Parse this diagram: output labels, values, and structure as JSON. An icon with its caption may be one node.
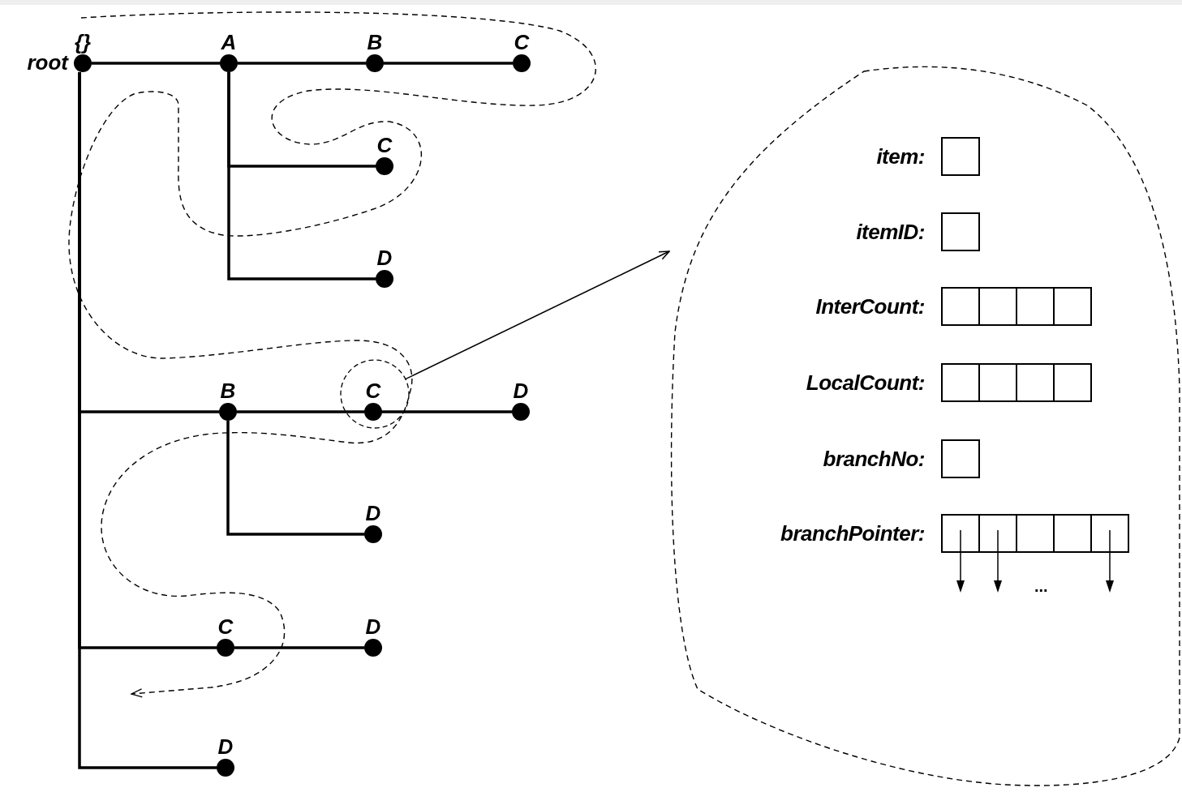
{
  "diagram": {
    "nodes": [
      {
        "text": [
          "{}"
        ],
        "beside": [
          "root"
        ]
      },
      {
        "text": [
          "A"
        ]
      },
      {
        "text": [
          "B"
        ]
      },
      {
        "text": [
          "C"
        ]
      },
      {
        "text": [
          "C"
        ]
      },
      {
        "text": [
          "D"
        ]
      },
      {
        "text": [
          "B"
        ]
      },
      {
        "text": [
          "C"
        ]
      },
      {
        "text": [
          "D"
        ]
      },
      {
        "text": [
          "D"
        ]
      },
      {
        "text": [
          "C"
        ]
      },
      {
        "text": [
          "D"
        ]
      },
      {
        "text": [
          "D"
        ]
      },
      {
        "text": [],
        "shape": "cloud"
      },
      {
        "text": [
          "item:"
        ],
        "in": 13
      },
      {
        "text": [
          "itemID:"
        ],
        "in": 13
      },
      {
        "text": [
          "InterCount:"
        ],
        "in": 13
      },
      {
        "text": [
          "LocalCount:"
        ],
        "in": 13
      },
      {
        "text": [
          "branchNo:"
        ],
        "in": 13
      },
      {
        "text": [
          "branchPointer:"
        ],
        "in": 13
      }
    ],
    "edges": [
      {
        "from": 0,
        "to": 1,
        "arrow": "none"
      },
      {
        "from": 1,
        "to": 2,
        "arrow": "none"
      },
      {
        "from": 2,
        "to": 3,
        "arrow": "none"
      },
      {
        "from": 1,
        "to": 4,
        "arrow": "none"
      },
      {
        "from": 1,
        "to": 5,
        "arrow": "none"
      },
      {
        "from": 0,
        "to": 6,
        "arrow": "none"
      },
      {
        "from": 6,
        "to": 7,
        "arrow": "none"
      },
      {
        "from": 7,
        "to": 8,
        "arrow": "none"
      },
      {
        "from": 6,
        "to": 9,
        "arrow": "none"
      },
      {
        "from": 0,
        "to": 10,
        "arrow": "none"
      },
      {
        "from": 10,
        "to": 11,
        "arrow": "none"
      },
      {
        "from": 0,
        "to": 12,
        "arrow": "none"
      },
      {
        "from": 7,
        "to": 13,
        "arrow": "to"
      }
    ],
    "labels": [
      "..."
    ]
  }
}
